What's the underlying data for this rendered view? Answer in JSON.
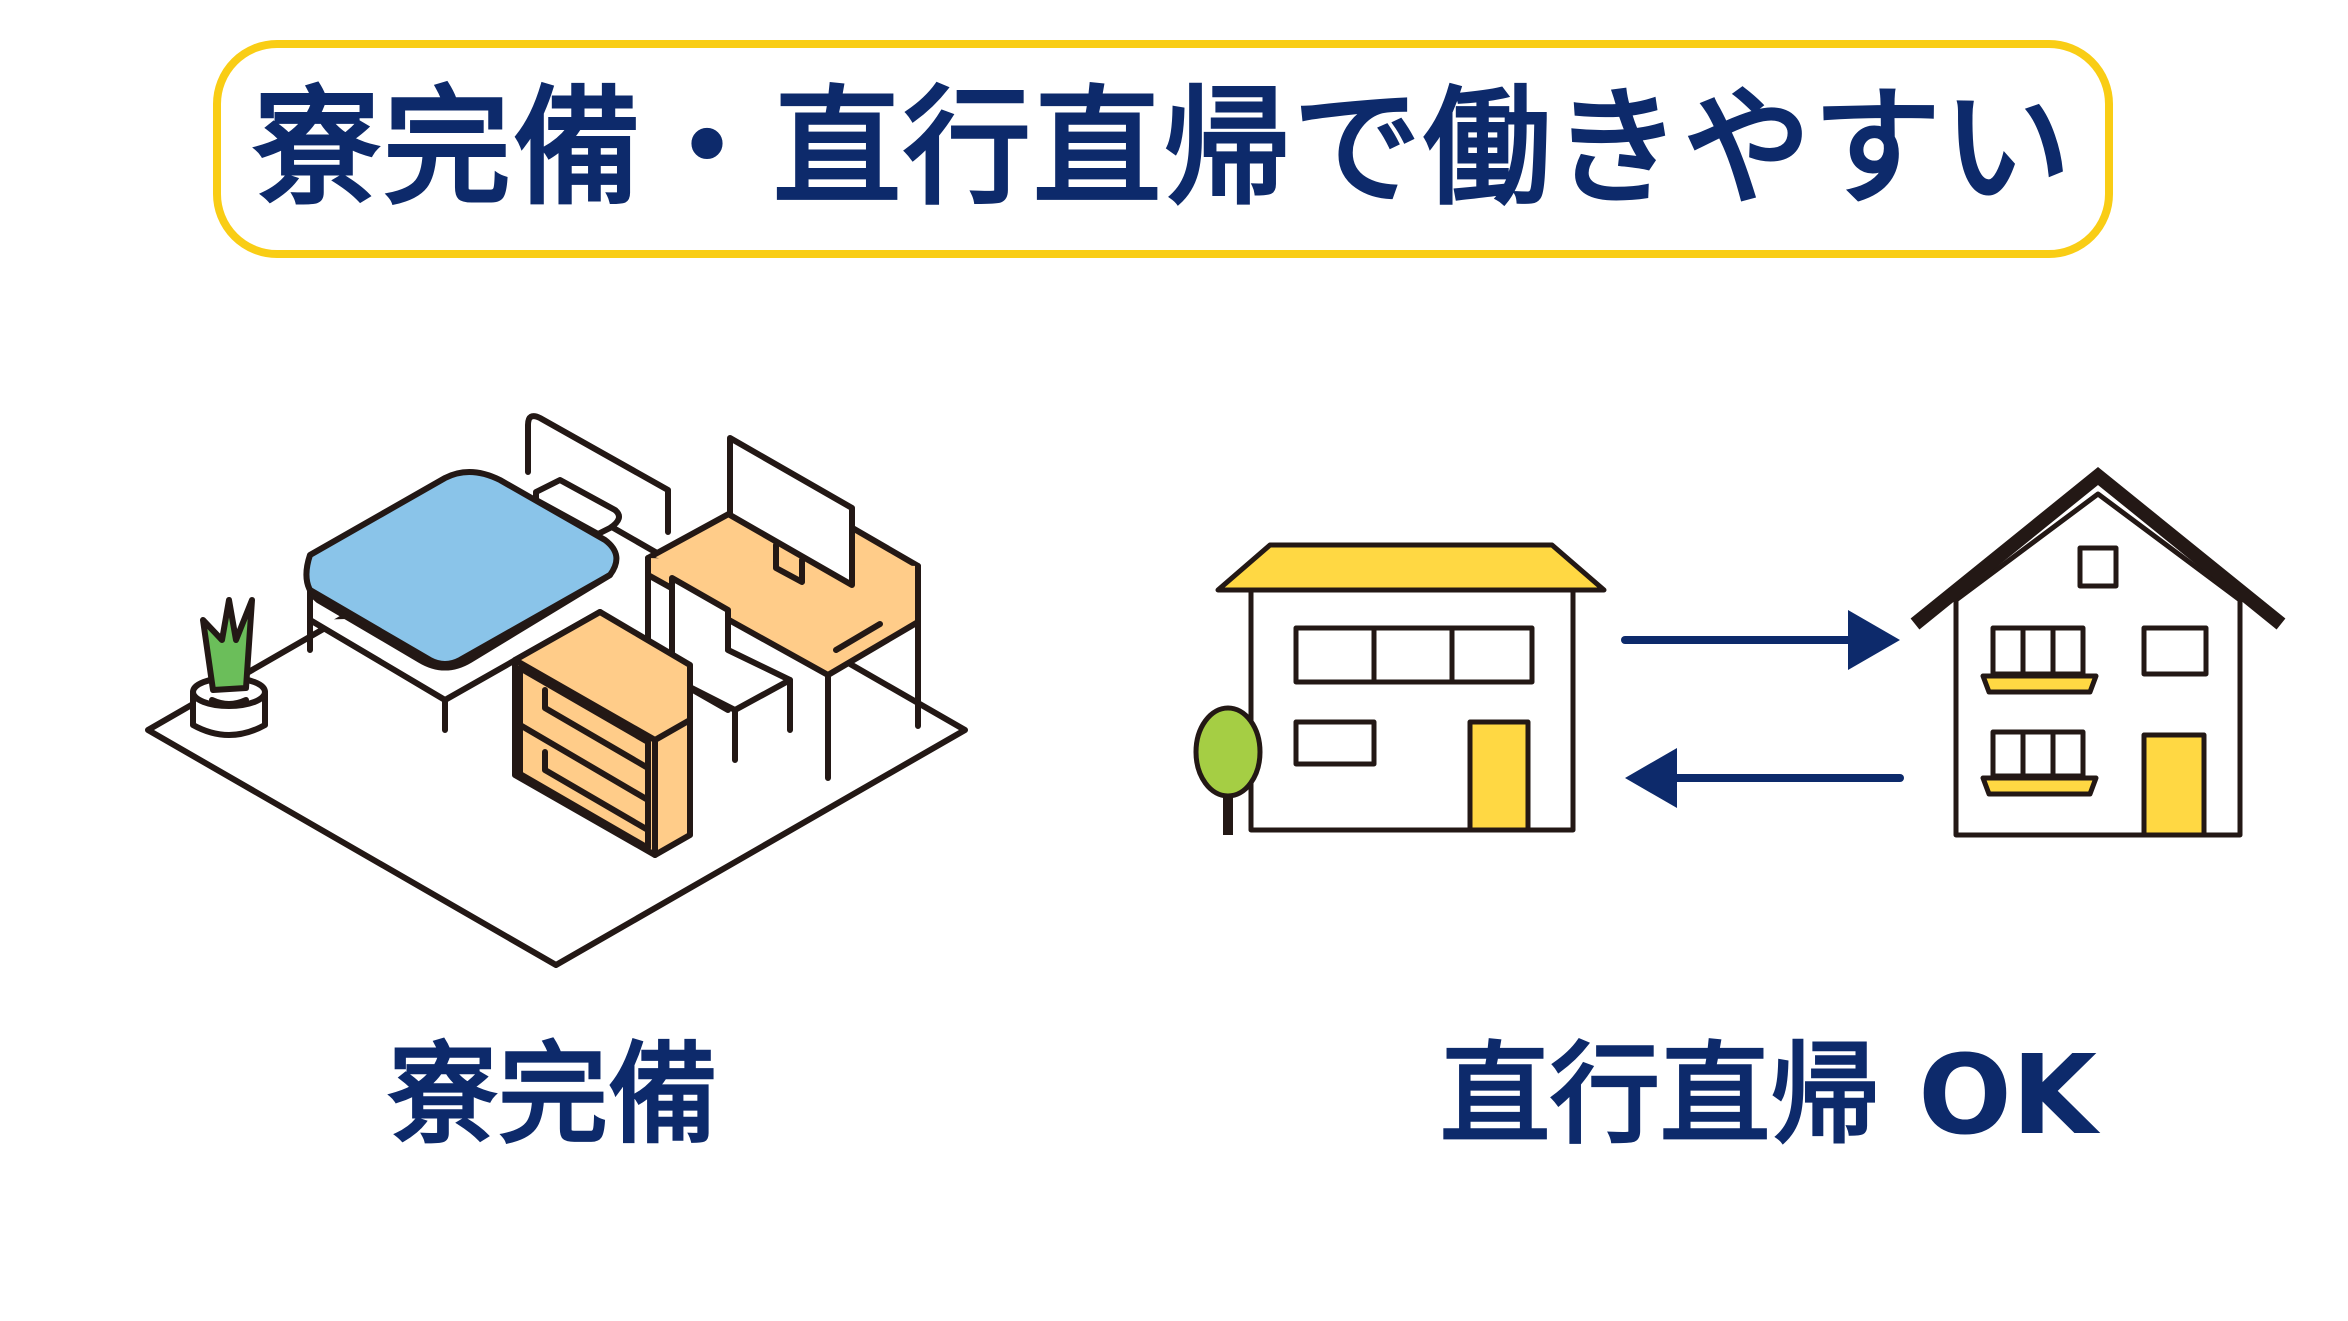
{
  "headline": {
    "text": "寮完備・直行直帰で働きやすい"
  },
  "captions": {
    "left": "寮完備",
    "right": "直行直帰 OK"
  },
  "colors": {
    "navy": "#0D2A6B",
    "yellow_border": "#F9CD15",
    "bed_blue": "#8AC4E9",
    "furniture_orange": "#FFCC89",
    "house_yellow": "#FFD843",
    "tree_green": "#A5CE44",
    "plant_green": "#6BBE5A",
    "outline": "#231815"
  },
  "icons": {
    "room": "dormitory-room-icon",
    "office": "office-building-icon",
    "home": "home-house-icon",
    "arrow_right": "arrow-right-icon",
    "arrow_left": "arrow-left-icon",
    "tree": "tree-icon"
  }
}
